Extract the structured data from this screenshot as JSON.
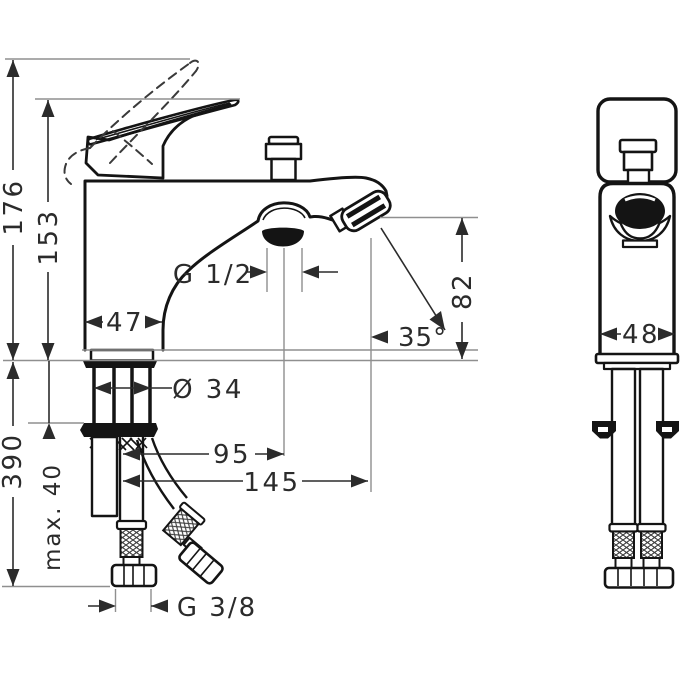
{
  "drawing": {
    "type": "technical-dimension-drawing",
    "colors": {
      "background": "#ffffff",
      "outline": "#141414",
      "dimension": "#2b2b2b",
      "reference": "#8f8f8f"
    },
    "dimensions": {
      "overall_height": "176",
      "height_to_handle": "153",
      "below_deck_depth": "390",
      "max_mounting_thickness": "max. 40",
      "body_depth": "47",
      "hand_shower_thread": "G 1/2",
      "spout_outlet_height": "82",
      "spout_outlet_angle": "35°",
      "shank_diameter": "Ø 34",
      "hose_offset": "95",
      "hose_reach": "145",
      "supply_connection_thread": "G 3/8",
      "body_width": "48"
    }
  }
}
